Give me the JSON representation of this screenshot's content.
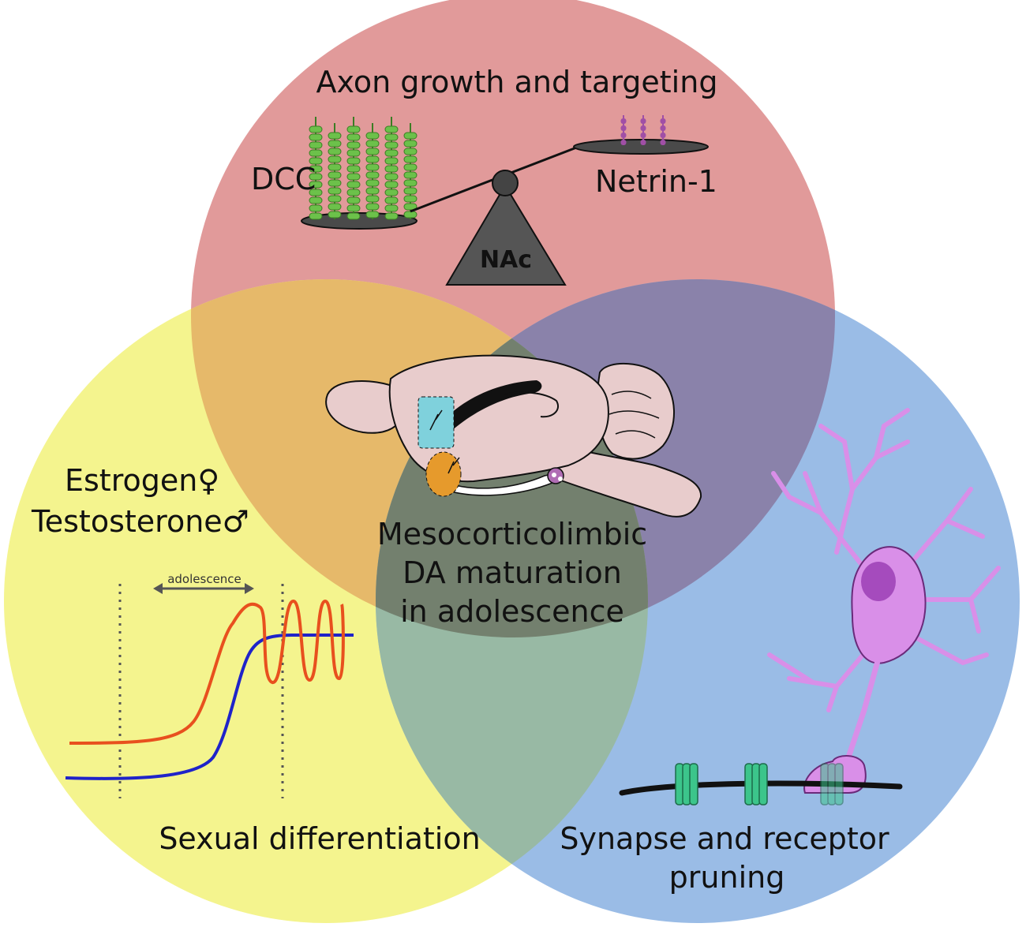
{
  "circles": {
    "top": {
      "title": "Axon growth and targeting",
      "color": "#e19a9a",
      "dcc_label": "DCC",
      "netrin_label": "Netrin-1",
      "fulcrum_label": "NAc"
    },
    "left": {
      "title": "Sexual differentiation",
      "color": "#f4f48e",
      "estrogen_label": "Estrogen♀",
      "estrogen_color": "#e8501e",
      "testosterone_label": "Testosterone♂",
      "testosterone_color": "#1f23c9",
      "adolescence_label": "adolescence"
    },
    "right": {
      "title_line1": "Synapse and receptor",
      "title_line2": "pruning",
      "color": "#9abce6",
      "neuron_color": "#d98fe8"
    }
  },
  "center": {
    "line1": "Mesocorticolimbic",
    "line2": "DA maturation",
    "line3": "in adolescence"
  },
  "colors": {
    "overlap_top_left": "#e6b96a",
    "overlap_top_right": "#8a82aa",
    "overlap_left_right": "#98b9a4",
    "overlap_center": "#73806e",
    "dcc_receptor": "#6cc14a",
    "netrin": "#a04fa6",
    "pruning_receptor": "#3cc58b"
  }
}
